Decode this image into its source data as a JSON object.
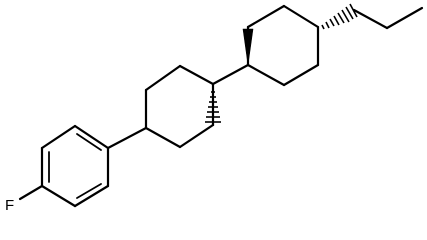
{
  "diagram": {
    "atoms": {
      "fluorine": "F"
    },
    "colors": {
      "bond": "#000000",
      "background": "#ffffff"
    },
    "stereo_bonds": [
      "hashed-wedge",
      "bold-wedge",
      "hashed-wedge"
    ]
  }
}
